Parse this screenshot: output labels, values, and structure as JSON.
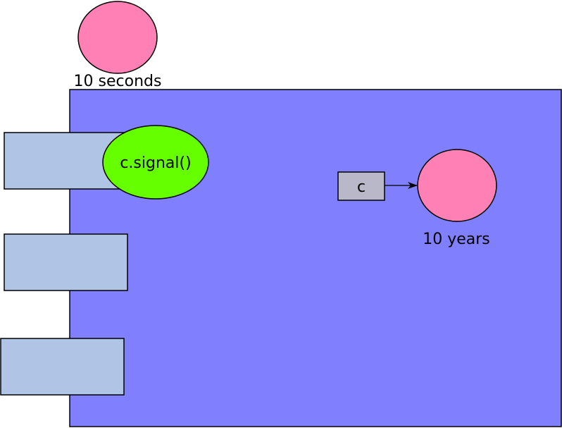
{
  "labels": {
    "short_timer": "10 seconds",
    "long_timer": "10 years",
    "signal": "c.signal()",
    "condition": "c"
  },
  "colors": {
    "monitor": "#8080ff",
    "entry_box": "#b0c4e6",
    "timer": "#ff80b4",
    "signal": "#66ff00",
    "condition_box": "#b8b8c8",
    "stroke": "#000000"
  }
}
